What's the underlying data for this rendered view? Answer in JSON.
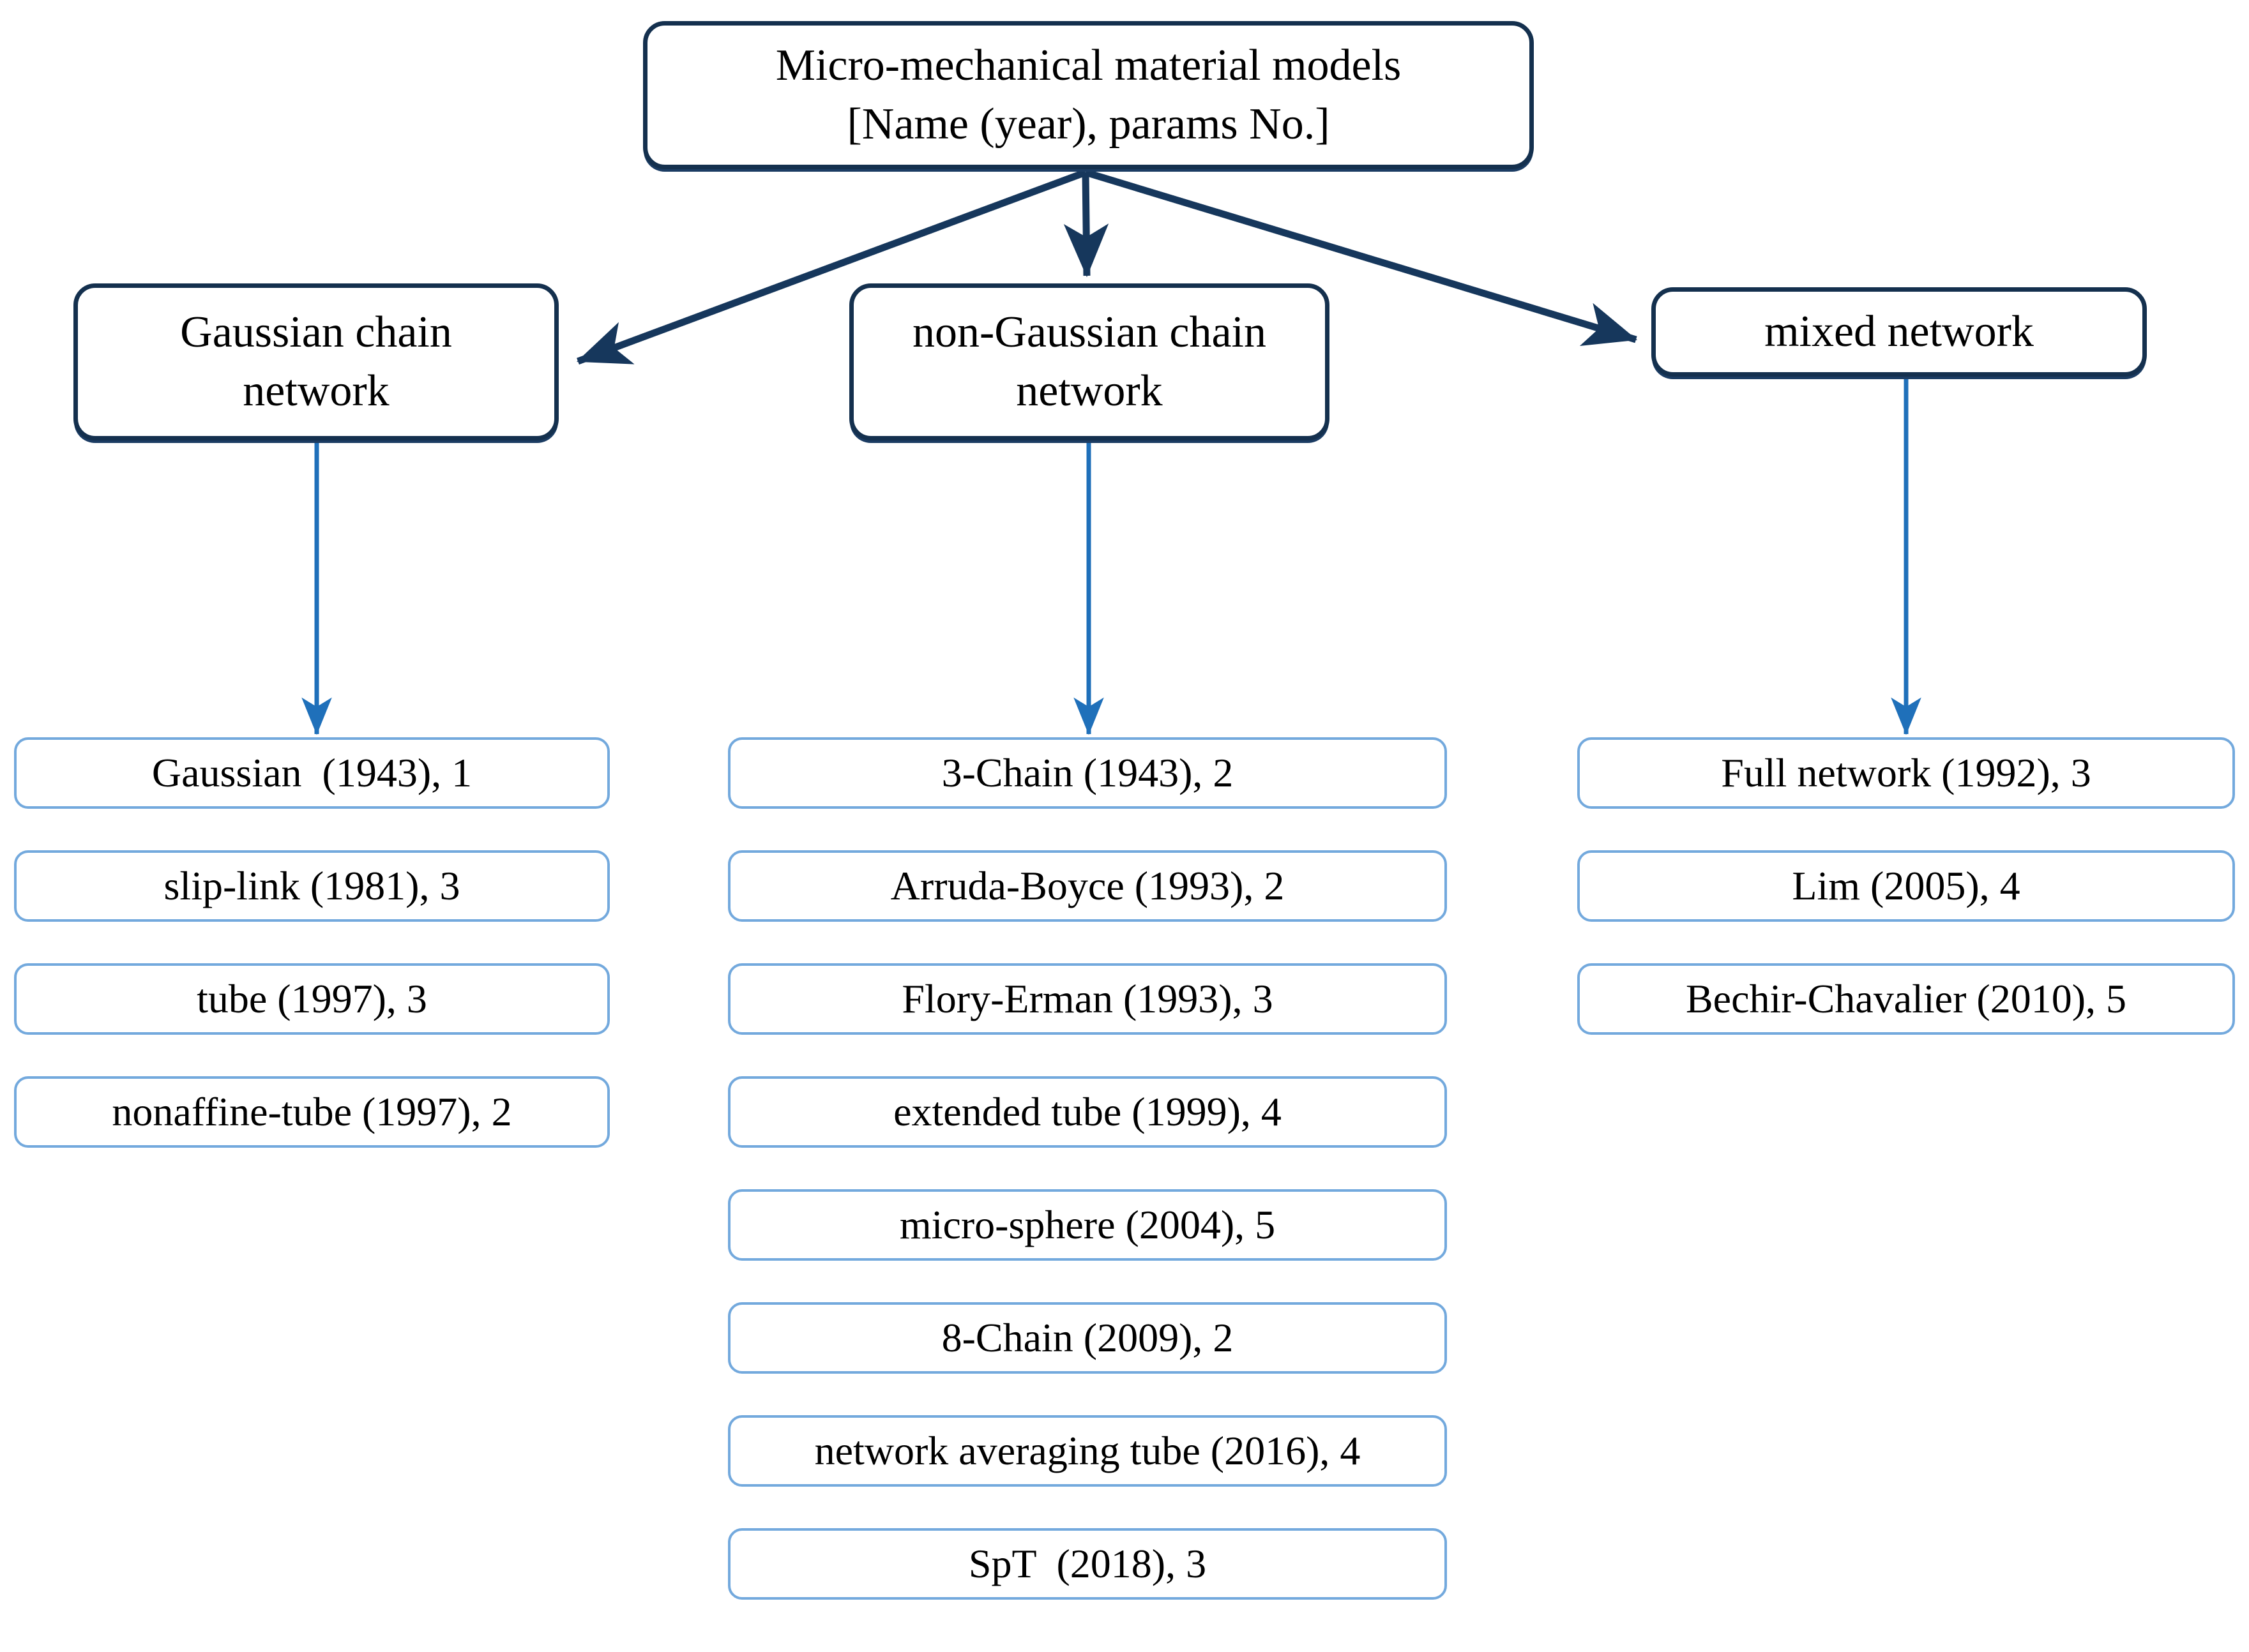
{
  "diagram": {
    "type": "tree",
    "title": "Micro-mechanical material models classification",
    "colors": {
      "root_border": "#14304e",
      "level2_border": "#14304e",
      "leaf_border": "#73a9dd",
      "arrow_dark": "#16375c",
      "arrow_light": "#1f70ba",
      "background": "#ffffff",
      "text": "#000000"
    }
  },
  "root": {
    "line1": "Micro-mechanical material models",
    "line2": "[Name (year), params No.]",
    "label": "Micro-mechanical material models\n[Name (year), params No.]"
  },
  "branches": [
    {
      "id": "gaussian-chain-network",
      "label": "Gaussian chain\nnetwork",
      "line1": "Gaussian chain",
      "line2": "network",
      "models": [
        {
          "name": "Gaussian",
          "year": "1943",
          "params": "1",
          "label": "Gaussian  (1943), 1"
        },
        {
          "name": "slip-link",
          "year": "1981",
          "params": "3",
          "label": "slip-link (1981), 3"
        },
        {
          "name": "tube",
          "year": "1997",
          "params": "3",
          "label": "tube (1997), 3"
        },
        {
          "name": "nonaffine-tube",
          "year": "1997",
          "params": "2",
          "label": "nonaffine-tube (1997), 2"
        }
      ]
    },
    {
      "id": "non-gaussian-chain-network",
      "label": "non-Gaussian chain\nnetwork",
      "line1": "non-Gaussian chain",
      "line2": "network",
      "models": [
        {
          "name": "3-Chain",
          "year": "1943",
          "params": "2",
          "label": "3-Chain (1943), 2"
        },
        {
          "name": "Arruda-Boyce",
          "year": "1993",
          "params": "2",
          "label": "Arruda-Boyce (1993), 2"
        },
        {
          "name": "Flory-Erman",
          "year": "1993",
          "params": "3",
          "label": "Flory-Erman (1993), 3"
        },
        {
          "name": "extended tube",
          "year": "1999",
          "params": "4",
          "label": "extended tube (1999), 4"
        },
        {
          "name": "micro-sphere",
          "year": "2004",
          "params": "5",
          "label": "micro-sphere (2004), 5"
        },
        {
          "name": "8-Chain",
          "year": "2009",
          "params": "2",
          "label": "8-Chain (2009), 2"
        },
        {
          "name": "network averaging tube",
          "year": "2016",
          "params": "4",
          "label": "network averaging tube (2016), 4"
        },
        {
          "name": "SpT",
          "year": "2018",
          "params": "3",
          "label": "SpT  (2018), 3"
        }
      ]
    },
    {
      "id": "mixed-network",
      "label": "mixed network",
      "line1": "mixed network",
      "line2": "",
      "models": [
        {
          "name": "Full network",
          "year": "1992",
          "params": "3",
          "label": "Full network (1992), 3"
        },
        {
          "name": "Lim",
          "year": "2005",
          "params": "4",
          "label": "Lim (2005), 4"
        },
        {
          "name": "Bechir-Chavalier",
          "year": "2010",
          "params": "5",
          "label": "Bechir-Chavalier (2010), 5"
        }
      ]
    }
  ]
}
